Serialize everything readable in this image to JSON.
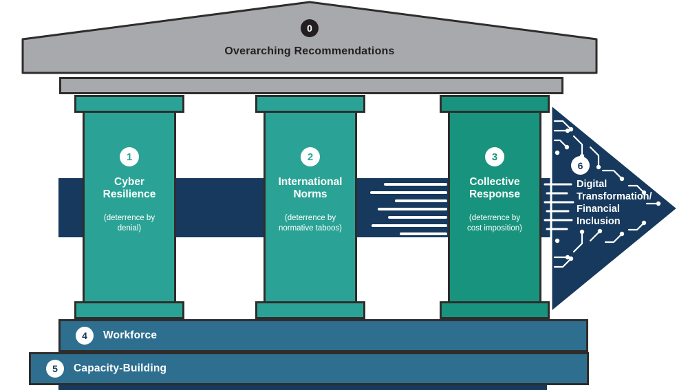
{
  "colors": {
    "roof_gray": "#a7a9ac",
    "outline_dark": "#2e2d2c",
    "pillar_teal": "#2aa396",
    "pillar_teal_dark": "#18947e",
    "band_navy": "#16395d",
    "step_blue": "#2e6f90",
    "text_dark": "#231f20",
    "text_light": "#ffffff"
  },
  "pediment": {
    "badge": "0",
    "title": "Overarching Recommendations"
  },
  "pillars": [
    {
      "badge": "1",
      "title": "Cyber\nResilience",
      "subtitle": "(deterrence by\ndenial)"
    },
    {
      "badge": "2",
      "title": "International\nNorms",
      "subtitle": "(deterrence by\nnormative taboos)"
    },
    {
      "badge": "3",
      "title": "Collective\nResponse",
      "subtitle": "(deterrence by\ncost imposition)"
    }
  ],
  "arrow": {
    "badge": "6",
    "title": "Digital\nTransformation/\nFinancial\nInclusion"
  },
  "steps": [
    {
      "badge": "4",
      "label": "Workforce"
    },
    {
      "badge": "5",
      "label": "Capacity-Building"
    }
  ]
}
